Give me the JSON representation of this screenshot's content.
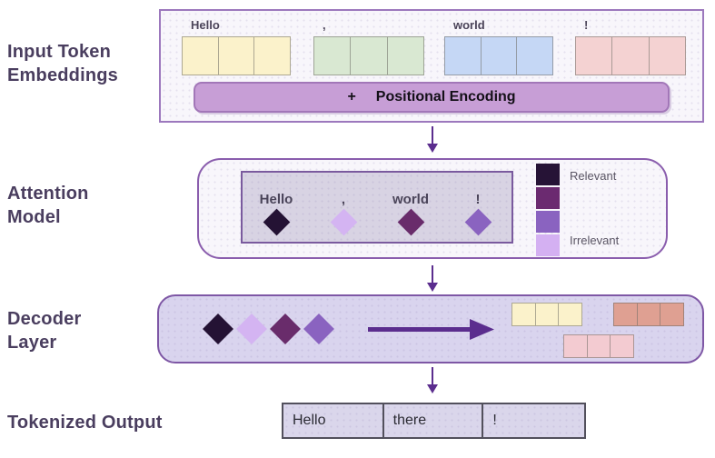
{
  "colors": {
    "arrow": "#5b2d8e",
    "heading_text": "#4a3e5f"
  },
  "headings": {
    "input_line1": "Input Token",
    "input_line2": "Embeddings",
    "attention_line1": "Attention",
    "attention_line2": "Model",
    "decoder_line1": "Decoder",
    "decoder_line2": "Layer",
    "output": "Tokenized Output"
  },
  "input_section": {
    "tokens": [
      {
        "label": "Hello",
        "color": "#fbf2cb"
      },
      {
        "label": ",",
        "color": "#d9e8d2"
      },
      {
        "label": "world",
        "color": "#c5d7f5"
      },
      {
        "label": "!",
        "color": "#f4d2d2"
      }
    ],
    "positional_plus": "+",
    "positional_label": "Positional Encoding"
  },
  "attention_section": {
    "tokens": [
      {
        "label": "Hello",
        "color": "#241234"
      },
      {
        "label": ",",
        "color": "#d4b4f2"
      },
      {
        "label": "world",
        "color": "#692c6b"
      },
      {
        "label": "!",
        "color": "#8a63c0"
      }
    ],
    "legend": {
      "swatches": [
        "#261336",
        "#6b2a70",
        "#8a63c0",
        "#d4b0f2"
      ],
      "top_label": "Relevant",
      "bottom_label": "Irrelevant"
    }
  },
  "decoder_section": {
    "diamonds": [
      "#241234",
      "#d4b4f2",
      "#692c6b",
      "#8a63c0"
    ],
    "output_boxes": [
      "#fbf2cb",
      "#dfa092",
      "#f3cbd1"
    ]
  },
  "output_section": {
    "cells": [
      "Hello",
      "there",
      "!"
    ]
  }
}
